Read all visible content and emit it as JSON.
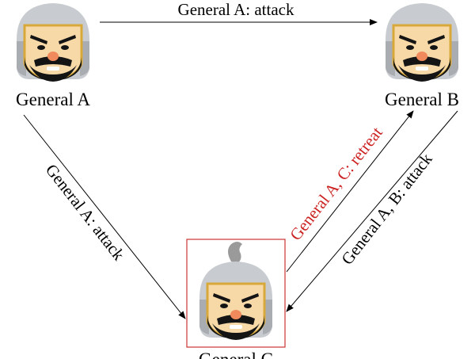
{
  "nodes": {
    "a": {
      "label": "General A"
    },
    "b": {
      "label": "General B"
    },
    "c": {
      "label": "General C"
    }
  },
  "edges": {
    "a_to_b": {
      "label": "General A: attack"
    },
    "a_to_c": {
      "label": "General A: attack"
    },
    "c_to_b": {
      "label": "General A, C: retreat",
      "color": "#cc2222"
    },
    "b_to_c": {
      "label": "General A, B: attack"
    }
  },
  "highlight": {
    "node": "c",
    "border_color": "#cc3333"
  },
  "colors": {
    "helmet": "#c8cbcf",
    "helmet_shade": "#a9adb2",
    "face": "#f7d9a8",
    "beard": "#141414",
    "gold_trim": "#d8a93a",
    "nose": "#f08a5c",
    "plume": "#9a9a9a",
    "line": "#000000"
  }
}
